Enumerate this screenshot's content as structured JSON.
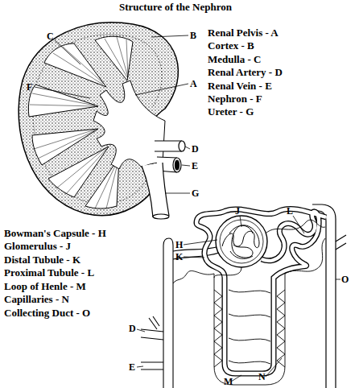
{
  "diagram": {
    "title": "Structure of the Nephron",
    "labels": [
      "C",
      "B",
      "A",
      "F",
      "D",
      "E",
      "G",
      "Renal Pelvis - A",
      "Cortex - B",
      "Medulla - C",
      "Renal Artery - D",
      "Renal Vein - E",
      "Nephron - F",
      "Ureter - G",
      "Bowman's Capsule - H",
      "Glomerulus - J",
      "Distal Tubule - K",
      "Proximal Tubule - L",
      "Loop of Henle - M",
      "Capillaries - N",
      "Collecting Duct - O",
      "J",
      "L",
      "H",
      "K",
      "O",
      "D",
      "E",
      "N",
      "M"
    ]
  }
}
